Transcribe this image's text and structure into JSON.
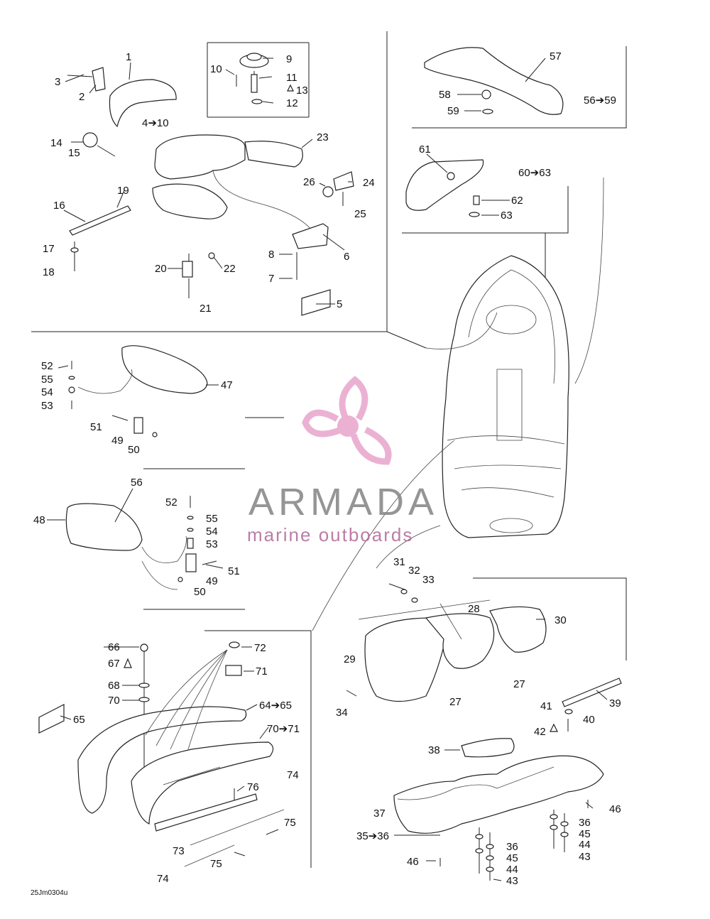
{
  "diagram": {
    "code": "25Jm0304u",
    "labels": {
      "l1": "1",
      "l2": "2",
      "l3": "3",
      "l4_10": "4➔10",
      "l5": "5",
      "l6": "6",
      "l7": "7",
      "l8": "8",
      "l9": "9",
      "l10": "10",
      "l11": "11",
      "l12": "12",
      "l13": "13",
      "l14": "14",
      "l15": "15",
      "l16": "16",
      "l17": "17",
      "l18": "18",
      "l19": "19",
      "l20": "20",
      "l21": "21",
      "l22": "22",
      "l23": "23",
      "l24": "24",
      "l25": "25",
      "l26": "26",
      "l27a": "27",
      "l27b": "27",
      "l28": "28",
      "l29": "29",
      "l30": "30",
      "l31": "31",
      "l32": "32",
      "l33": "33",
      "l34": "34",
      "l35_36": "35➔36",
      "l36a": "36",
      "l36b": "36",
      "l37": "37",
      "l38": "38",
      "l39": "39",
      "l40": "40",
      "l41": "41",
      "l42": "42",
      "l43a": "43",
      "l43b": "43",
      "l44a": "44",
      "l44b": "44",
      "l45a": "45",
      "l45b": "45",
      "l46a": "46",
      "l46b": "46",
      "l47": "47",
      "l48": "48",
      "l49a": "49",
      "l49b": "49",
      "l50a": "50",
      "l50b": "50",
      "l51a": "51",
      "l51b": "51",
      "l52a": "52",
      "l52b": "52",
      "l53a": "53",
      "l53b": "53",
      "l54a": "54",
      "l54b": "54",
      "l55a": "55",
      "l55b": "55",
      "l56": "56",
      "l56_59": "56➔59",
      "l57": "57",
      "l58": "58",
      "l59": "59",
      "l60_63": "60➔63",
      "l61": "61",
      "l62": "62",
      "l63": "63",
      "l64_65": "64➔65",
      "l65": "65",
      "l66": "66",
      "l67": "67",
      "l68": "68",
      "l70": "70",
      "l70_71": "70➔71",
      "l71": "71",
      "l72": "72",
      "l73": "73",
      "l74a": "74",
      "l74b": "74",
      "l75a": "75",
      "l75b": "75",
      "l76": "76"
    }
  },
  "watermark": {
    "brand": "ARMADA",
    "tagline": "marine outboards",
    "logo_color": "#e9a9cf",
    "text_color": "#8a8a8a",
    "tagline_color": "#b46f9d"
  }
}
